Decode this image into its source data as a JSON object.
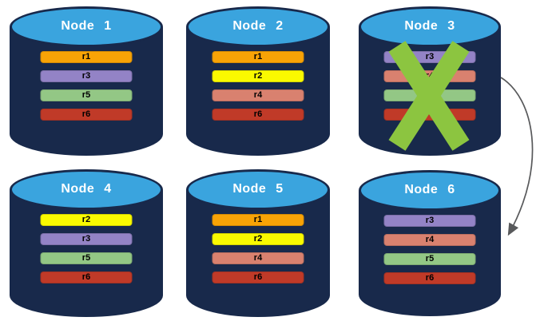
{
  "palette": {
    "cylinder_top": "#3AA4DE",
    "cylinder_body": "#18294B",
    "title_text": "#FFFFFF",
    "replica_text": "#000000"
  },
  "nodes": [
    {
      "title": "Node 1",
      "replicas": [
        {
          "name": "r1",
          "color": "#F8A306"
        },
        {
          "name": "r3",
          "color": "#9383C6"
        },
        {
          "name": "r5",
          "color": "#93C785"
        },
        {
          "name": "r6",
          "color": "#C03A28"
        }
      ]
    },
    {
      "title": "Node 2",
      "replicas": [
        {
          "name": "r1",
          "color": "#F8A306"
        },
        {
          "name": "r2",
          "color": "#FAFA00"
        },
        {
          "name": "r4",
          "color": "#D9816F"
        },
        {
          "name": "r6",
          "color": "#C03A28"
        }
      ]
    },
    {
      "title": "Node 3",
      "replicas": [
        {
          "name": "r3",
          "color": "#9383C6"
        },
        {
          "name": "r4",
          "color": "#D9816F"
        },
        {
          "name": "r5",
          "color": "#93C785"
        },
        {
          "name": "r6",
          "color": "#C03A28"
        }
      ]
    },
    {
      "title": "Node 4",
      "replicas": [
        {
          "name": "r2",
          "color": "#FAFA00"
        },
        {
          "name": "r3",
          "color": "#9383C6"
        },
        {
          "name": "r5",
          "color": "#93C785"
        },
        {
          "name": "r6",
          "color": "#C03A28"
        }
      ]
    },
    {
      "title": "Node 5",
      "replicas": [
        {
          "name": "r1",
          "color": "#F8A306"
        },
        {
          "name": "r2",
          "color": "#FAFA00"
        },
        {
          "name": "r4",
          "color": "#D9816F"
        },
        {
          "name": "r6",
          "color": "#C03A28"
        }
      ]
    },
    {
      "title": "Node 6",
      "replicas": [
        {
          "name": "r3",
          "color": "#9383C6"
        },
        {
          "name": "r4",
          "color": "#D9816F"
        },
        {
          "name": "r5",
          "color": "#93C785"
        },
        {
          "name": "r6",
          "color": "#C03A28"
        }
      ]
    }
  ],
  "failure_mark": {
    "node": "Node 3",
    "shape": "x-cross",
    "color": "#8CC540"
  },
  "arrow": {
    "from": "Node 3",
    "to": "Node 6",
    "color": "#58595B"
  }
}
